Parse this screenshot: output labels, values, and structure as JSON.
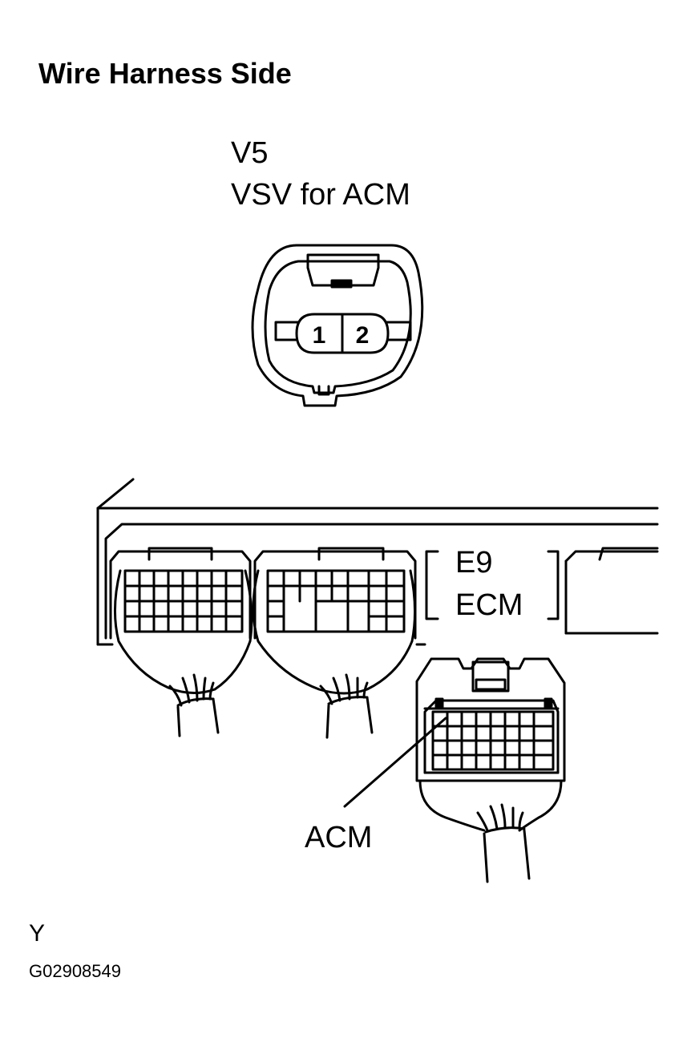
{
  "title": "Wire Harness Side",
  "v5_connector": {
    "code": "V5",
    "name": "VSV for ACM",
    "pins": [
      "1",
      "2"
    ]
  },
  "ecm_connector": {
    "code": "E9",
    "name": "ECM"
  },
  "callout": "ACM",
  "corner_mark": "Y",
  "figure_id": "G02908549"
}
